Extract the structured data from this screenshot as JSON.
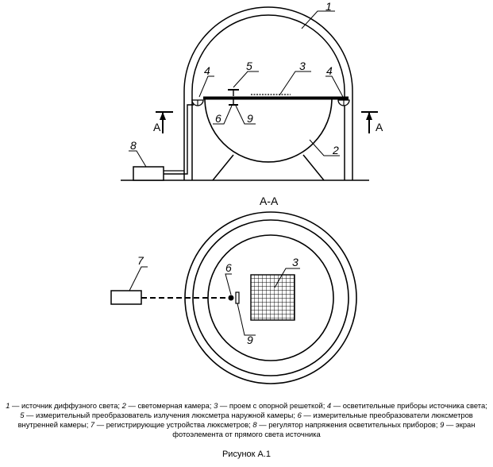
{
  "figure": {
    "callouts": {
      "c1": "1",
      "c2": "2",
      "c3": "3",
      "c4_left": "4",
      "c4_right": "4",
      "c5": "5",
      "c6": "6",
      "c9": "9",
      "c8": "8",
      "plan_c7": "7",
      "plan_c6": "6",
      "plan_c3": "3",
      "plan_c9": "9"
    },
    "section_marks": {
      "left": "А",
      "right": "А"
    },
    "section_title": "А-А"
  },
  "legend": {
    "items": [
      {
        "num": "1",
        "text": " — источник диффузного света; "
      },
      {
        "num": "2",
        "text": " — светомерная камера; "
      },
      {
        "num": "3",
        "text": " — проем с опорной решеткой; "
      },
      {
        "num": "4",
        "text": " — осветительные приборы источника света; "
      },
      {
        "num": "5",
        "text": " — измерительный преобразователь излучения люксметра наружной камеры; "
      },
      {
        "num": "6",
        "text": " — измерительные преобразователи люксметров внутренней камеры; "
      },
      {
        "num": "7",
        "text": " — регистрирующие устройства люксметров; "
      },
      {
        "num": "8",
        "text": " — регулятор напряжения осветительных приборов; "
      },
      {
        "num": "9",
        "text": " — экран фотоэлемента от прямого света источника"
      }
    ]
  },
  "caption": "Рисунок А.1"
}
